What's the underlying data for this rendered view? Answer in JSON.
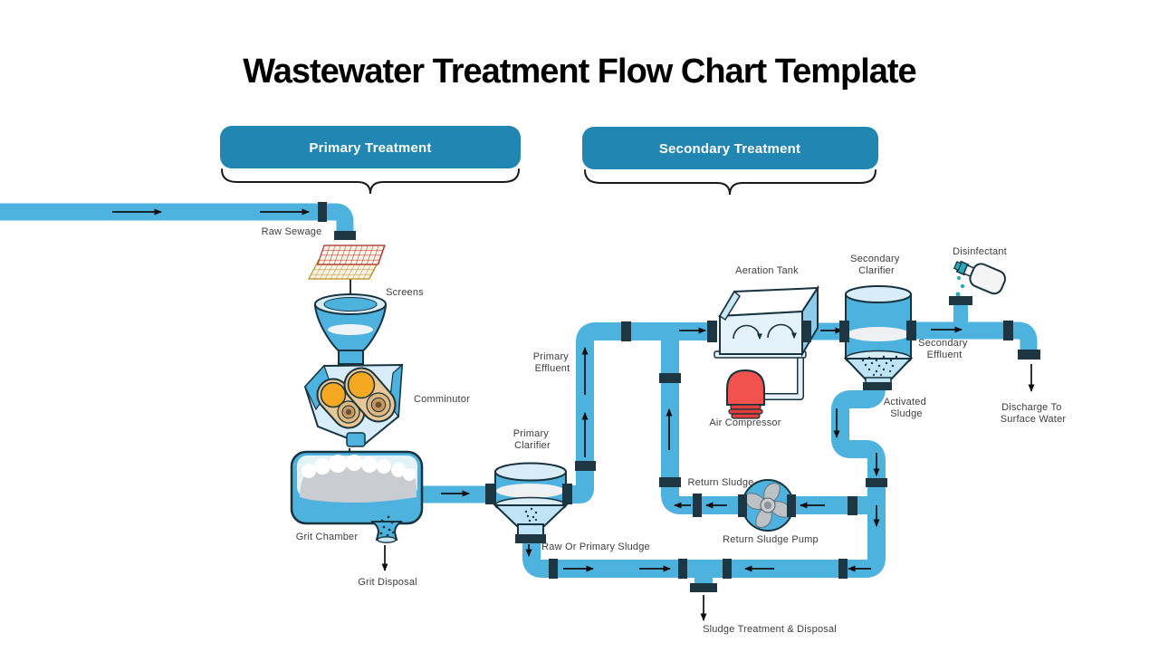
{
  "title": "Wastewater Treatment Flow Chart Template",
  "sections": {
    "primary_treatment": "Primary Treatment",
    "secondary_treatment": "Secondary Treatment"
  },
  "labels": {
    "raw_sewage": "Raw Sewage",
    "screens": "Screens",
    "comminutor": "Comminutor",
    "grit_chamber": "Grit Chamber",
    "grit_disposal": "Grit Disposal",
    "primary_clarifier": [
      "Primary",
      "Clarifier"
    ],
    "primary_effluent": [
      "Primary",
      "Effluent"
    ],
    "raw_or_primary_sludge": "Raw Or Primary Sludge",
    "aeration_tank": "Aeration Tank",
    "air_compressor": "Air Compressor",
    "secondary_clarifier": [
      "Secondary",
      "Clarifier"
    ],
    "secondary_effluent": [
      "Secondary",
      "Effluent"
    ],
    "disinfectant": "Disinfectant",
    "activated_sludge": [
      "Activated",
      "Sludge"
    ],
    "discharge_to_surface_water": [
      "Discharge To",
      "Surface Water"
    ],
    "return_sludge": "Return Sludge",
    "return_sludge_pump": "Return Sludge Pump",
    "sludge_treatment_disposal": "Sludge Treatment & Disposal"
  },
  "colors": {
    "title": "#000000",
    "label": "#3E3E3E",
    "arrow": "#101010",
    "banner": "#2187B2",
    "banner_text": "#FFFFFF",
    "pipe": "#4EB2DF",
    "fitting": "#1D3642",
    "ink": "#17333F",
    "tank_light": "#D9EDF8",
    "tank_lighter": "#E4F2FA",
    "funnel_light": "#BFE4F5",
    "stripe_white": "#EEF0F1",
    "side_blue": "#8FCBE8",
    "mesh_red": "#B13328",
    "mesh_gold": "#BA8F1F",
    "mesh_bg": "#FBF3E8",
    "roller_orange": "#F6A823",
    "roller_tan": "#E9C795",
    "roller_hub": "#C79A62",
    "foam_grey": "#C9CDD1",
    "compressor_red": "#F2524D",
    "compressor_dark": "#DE3F3C",
    "teal": "#2AA7B8",
    "blade_grey": "#BDC2C6"
  }
}
